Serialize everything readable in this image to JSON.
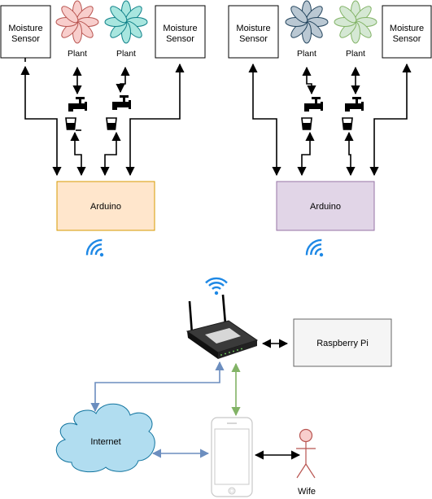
{
  "labels": {
    "moisture_sensor_1a": "Moisture",
    "moisture_sensor_1b": "Sensor",
    "moisture_sensor_2a": "Moisture",
    "moisture_sensor_2b": "Sensor",
    "moisture_sensor_3a": "Moisture",
    "moisture_sensor_3b": "Sensor",
    "moisture_sensor_4a": "Moisture",
    "moisture_sensor_4b": "Sensor",
    "plant_1": "Plant",
    "plant_2": "Plant",
    "plant_3": "Plant",
    "plant_4": "Plant",
    "arduino_1": "Arduino",
    "arduino_2": "Arduino",
    "raspberry_pi": "Raspberry Pi",
    "internet": "Internet",
    "wife": "Wife"
  },
  "colors": {
    "arduino_1_fill": "#ffe6cc",
    "arduino_1_stroke": "#d79b00",
    "arduino_2_fill": "#e1d5e7",
    "arduino_2_stroke": "#9673a6",
    "raspberry_fill": "#f5f5f5",
    "raspberry_stroke": "#666666",
    "cloud_fill": "#b1ddf0",
    "cloud_stroke": "#10739e",
    "wifi_blue": "#1e88e5",
    "link_blue": "#6c8ebf",
    "link_green": "#82b366",
    "person_fill": "#f8cecc",
    "person_stroke": "#b85450",
    "plant_1": "#f8cecc",
    "plant_2": "#a8e6df",
    "plant_3": "#bac8d3",
    "plant_4": "#d5e8d4"
  },
  "icons": {
    "faucet": "faucet-icon",
    "glass": "glass-icon",
    "flower": "flower-icon",
    "wifi": "wifi-icon",
    "router": "router-icon",
    "phone": "phone-icon",
    "person": "person-icon",
    "cloud": "cloud-icon"
  }
}
